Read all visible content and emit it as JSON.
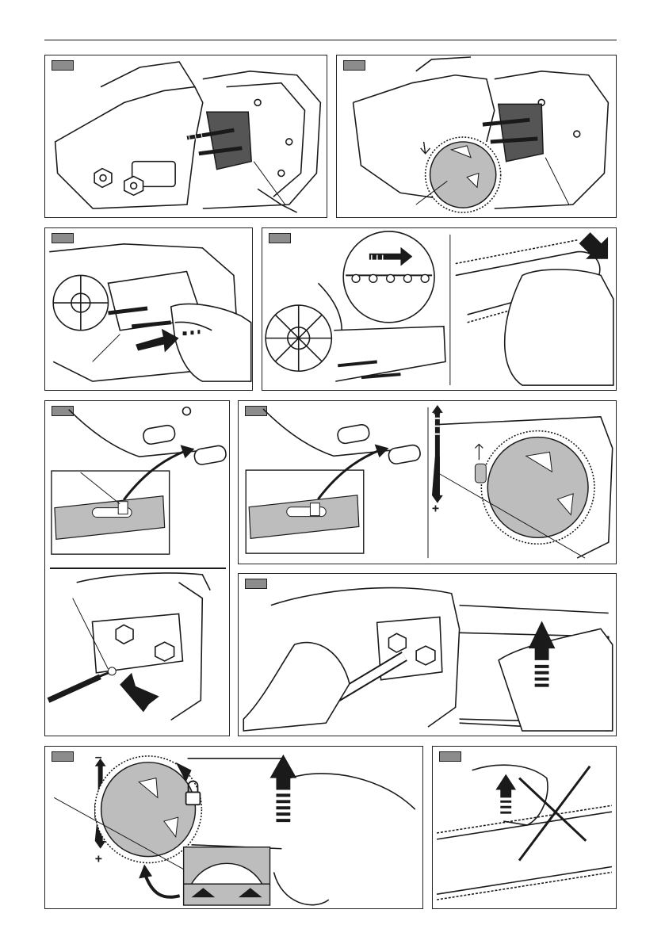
{
  "page": {
    "background": "#ffffff",
    "ink": "#1a1a1a",
    "tag_fill": "#8c8c8c",
    "gray_fill": "#bdbdbd"
  },
  "panels": [
    {
      "id": "p1",
      "icons": [
        "chainsaw-body-icon",
        "bar-bolts-icon",
        "nuts-icon"
      ]
    },
    {
      "id": "p2",
      "icons": [
        "chainsaw-body-icon",
        "tensioning-wheel-icon",
        "bar-bolts-icon"
      ]
    },
    {
      "id": "p3",
      "icons": [
        "guide-bar-icon",
        "glove-hand-icon",
        "push-arrow-icon"
      ]
    },
    {
      "id": "p4",
      "icons": [
        "sprocket-icon",
        "chain-direction-magnifier-icon",
        "bar-tip-hand-icon",
        "down-right-arrow-icon"
      ]
    },
    {
      "id": "p5",
      "icons": [
        "bar-bolts-icon",
        "tension-pin-inset-icon",
        "screwdriver-icon",
        "push-arrow-icon"
      ]
    },
    {
      "id": "p6",
      "icons": [
        "tension-pin-inset-icon",
        "tensioning-wheel-icon"
      ]
    },
    {
      "id": "p7",
      "icons": [
        "wrench-icon",
        "lift-bar-arrow-icon"
      ]
    },
    {
      "id": "p8",
      "icons": [
        "tensioning-wheel-icon",
        "lock-icon",
        "lift-bar-arrow-icon",
        "sprocket-detail-icon"
      ]
    },
    {
      "id": "p9",
      "icons": [
        "chain-check-icon",
        "cross-icon"
      ]
    }
  ],
  "symbols": {
    "minus": "–",
    "plus": "+"
  }
}
